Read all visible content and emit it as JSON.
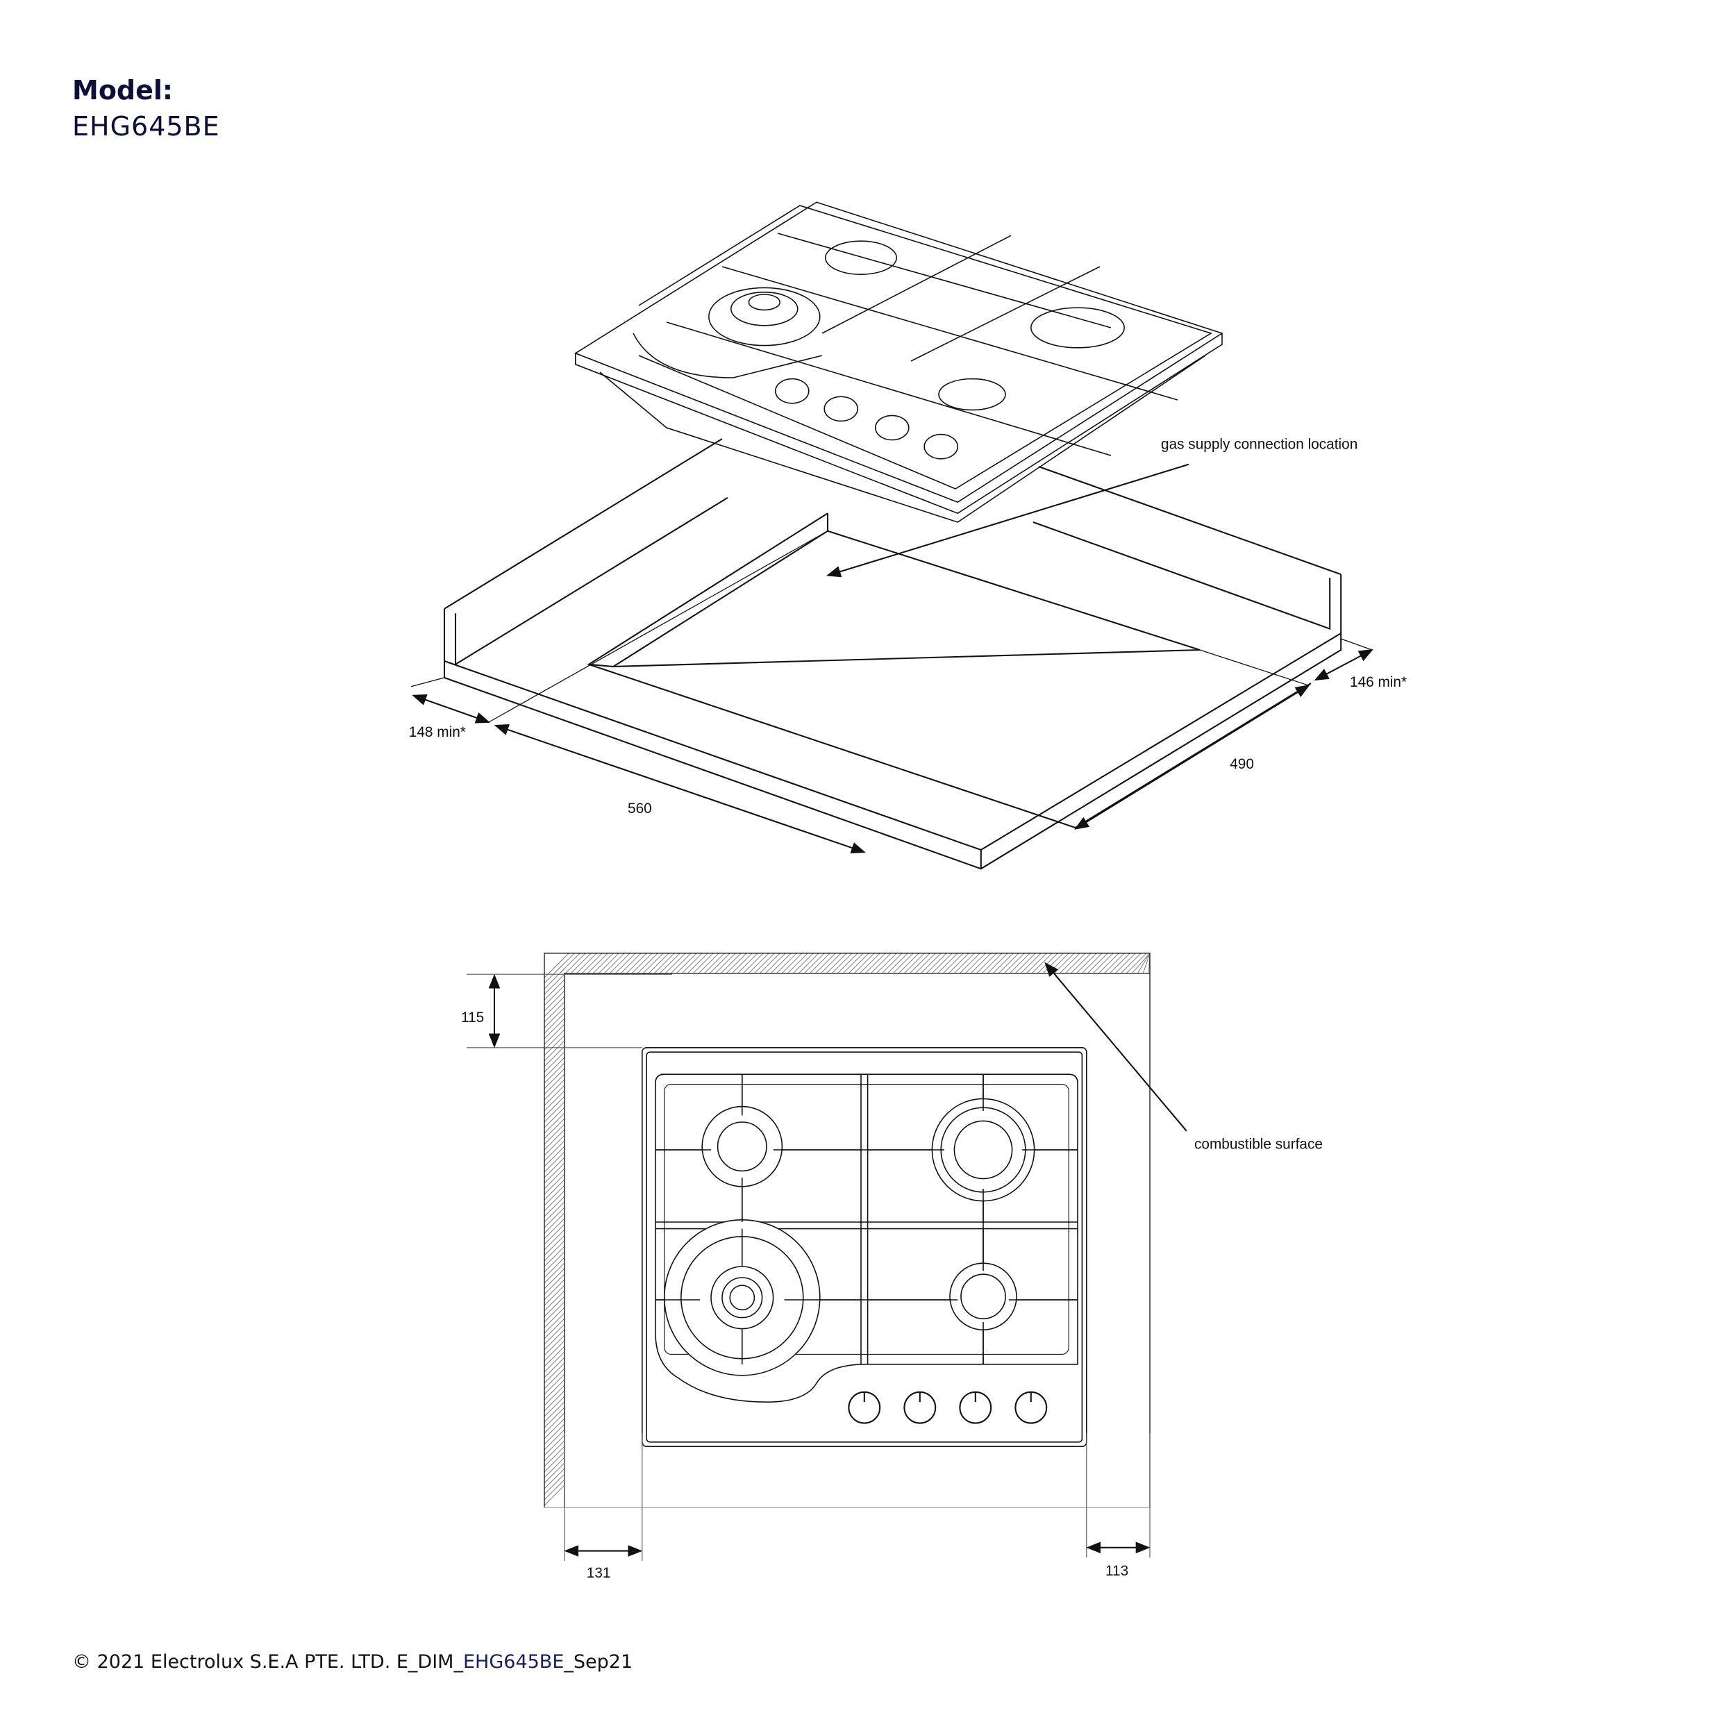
{
  "header": {
    "label": "Model:",
    "model": "EHG645BE"
  },
  "isometric": {
    "gas_label": "gas supply connection location",
    "dim_left": "148 min*",
    "dim_width": "560",
    "dim_depth": "490",
    "dim_right": "146 min*"
  },
  "plan": {
    "combustible_label": "combustible surface",
    "dim_top": "115",
    "dim_left": "131",
    "dim_right": "113"
  },
  "footer": {
    "prefix": "© 2021 Electrolux S.E.A PTE. LTD.  E_DIM_",
    "code": "EHG645BE",
    "suffix": "_Sep21"
  }
}
